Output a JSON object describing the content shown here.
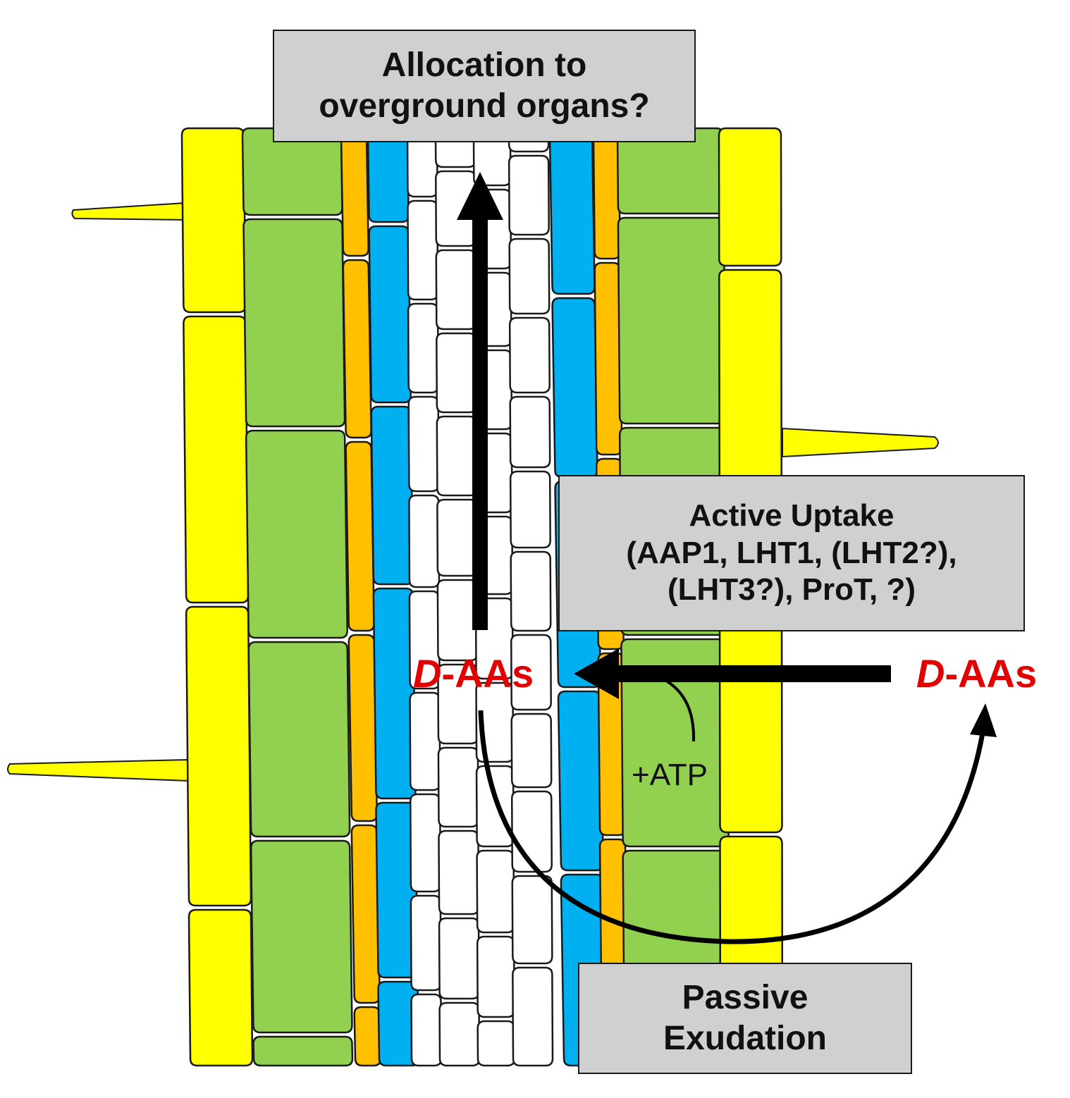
{
  "labels": {
    "allocation": [
      "Allocation to",
      "overground organs?"
    ],
    "active_uptake": [
      "Active Uptake",
      "(AAP1, LHT1, (LHT2?),",
      "(LHT3?), ProT, ?)"
    ],
    "passive_exudation": [
      "Passive",
      "Exudation"
    ],
    "daas_inner_prefix": "D",
    "daas_inner_suffix": "-AAs",
    "daas_outer_prefix": "D",
    "daas_outer_suffix": "-AAs",
    "atp": "+ATP"
  },
  "colors": {
    "epidermis": "#ffff00",
    "cortex": "#92d050",
    "endodermis": "#ffc000",
    "pericycle": "#00b0f0",
    "stele": "#ffffff",
    "outline": "#1a1a1a",
    "label_text": "#e30000",
    "box_fill": "#d0d0d0"
  }
}
